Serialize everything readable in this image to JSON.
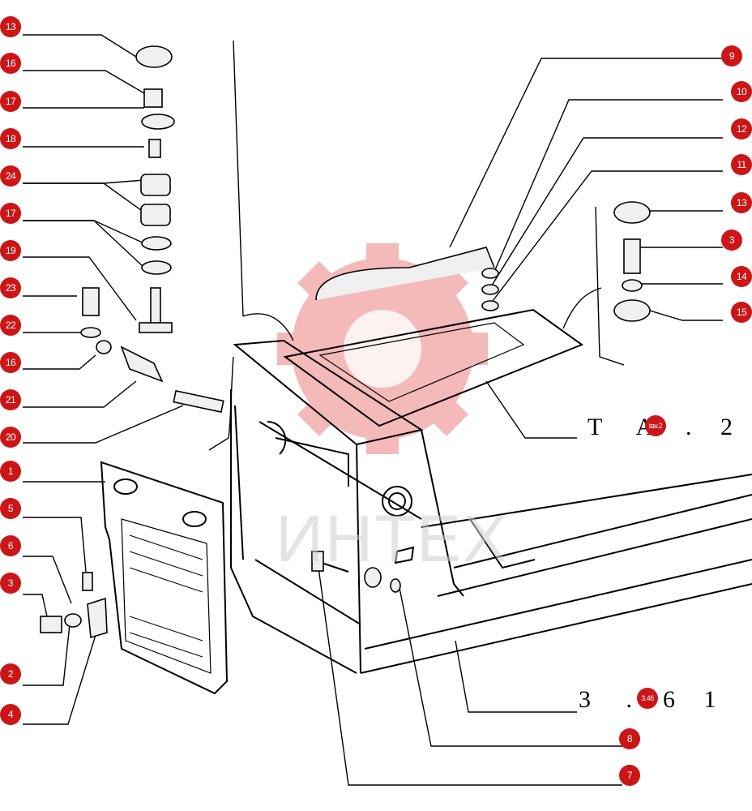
{
  "watermark": "ИНТЕХ",
  "ref_texts": {
    "tav_top": "T A",
    "tav_end": ". 2",
    "ref_start": "3 .",
    "ref_end": "6 1"
  },
  "callouts": {
    "left_13": "13",
    "left_16a": "16",
    "left_17a": "17",
    "left_18": "18",
    "left_24": "24",
    "left_17b": "17",
    "left_19": "19",
    "left_23": "23",
    "left_22": "22",
    "left_16b": "16",
    "left_21": "21",
    "left_20": "20",
    "left_1": "1",
    "left_5": "5",
    "left_6": "6",
    "left_3": "3",
    "left_2": "2",
    "left_4": "4",
    "right_9": "9",
    "right_10": "10",
    "right_12": "12",
    "right_11": "11",
    "right_13": "13",
    "right_3": "3",
    "right_14": "14",
    "right_15": "15",
    "tav_link": "tav.2",
    "ref_link": "3.46",
    "bottom_8": "8",
    "bottom_7": "7"
  },
  "colors": {
    "callout": "#cc1517",
    "line": "#000000"
  }
}
